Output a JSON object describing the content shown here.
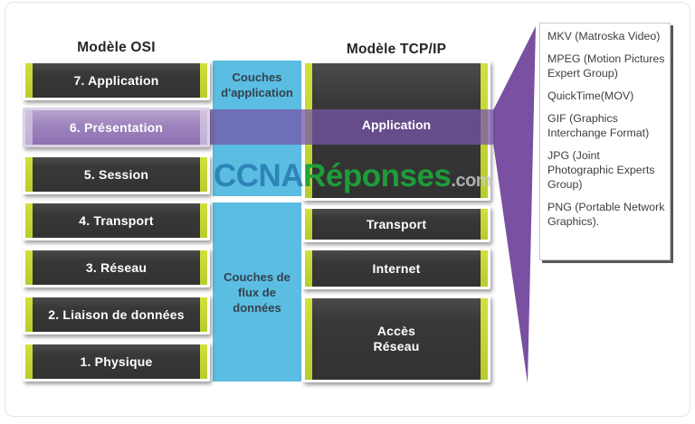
{
  "titles": {
    "osi": "Modèle OSI",
    "tcpip": "Modèle TCP/IP"
  },
  "osi_layers": [
    {
      "label": "7. Application",
      "highlighted": false
    },
    {
      "label": "6. Présentation",
      "highlighted": true
    },
    {
      "label": "5. Session",
      "highlighted": false
    },
    {
      "label": "4. Transport",
      "highlighted": false
    },
    {
      "label": "3. Réseau",
      "highlighted": false
    },
    {
      "label": "2. Liaison de données",
      "highlighted": false
    },
    {
      "label": "1. Physique",
      "highlighted": false
    }
  ],
  "layer_groups": {
    "application": "Couches d'application",
    "data_flow": "Couches de flux de données"
  },
  "tcpip_layers": [
    {
      "label": "Application",
      "highlighted": true
    },
    {
      "label": "Transport",
      "highlighted": false
    },
    {
      "label": "Internet",
      "highlighted": false
    },
    {
      "label": "Accès\nRéseau",
      "highlighted": false
    }
  ],
  "presentation_formats": [
    "MKV (Matroska Video)",
    "MPEG (Motion Pictures Expert Group)",
    "QuickTime(MOV)",
    "GIF (Graphics Interchange Format)",
    "JPG (Joint Photographic Experts Group)",
    "PNG (Portable Network Graphics)."
  ],
  "watermark": {
    "part1": "CCNA",
    "part2": "Réponses",
    "part3": ".com"
  },
  "colors": {
    "layer_dark": "#383838",
    "lime_accent": "#c3d52f",
    "blue_group": "#5bbde2",
    "highlight_purple": "#7a50a2",
    "band_purple": "#7655a8"
  }
}
